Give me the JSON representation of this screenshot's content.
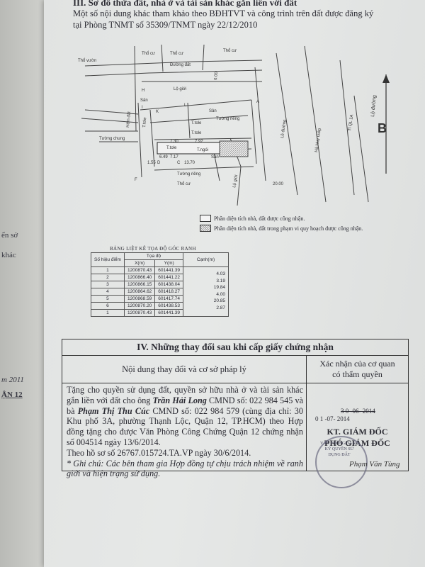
{
  "left_fold": {
    "texts": [
      "ển sở",
      "khác",
      "m 2011",
      "ẬN 12"
    ]
  },
  "section3": {
    "title": "III. Sơ đồ thửa đất, nhà ở và tài sản khác gắn liền với đất",
    "line1": "Một số nội dung khác tham khảo theo BĐHTVT và công trình trên đất được đăng ký",
    "line2": "tại Phòng TNMT số 35309/TNMT ngày 22/12/2010"
  },
  "diagram": {
    "labels": {
      "tho_vuon": "Thổ vườn",
      "tho_cu_1": "Thổ cư",
      "tho_cu_2": "Thổ cư",
      "tho_cu_3": "Thổ cư",
      "tho_cu_bottom": "Thổ cư",
      "duong_dat": "Đường đất",
      "lo_gioi_1": "Lộ giới",
      "lo_gioi_2": "Lộ giới",
      "hem_dat": "Hẻm đất",
      "san_1": "Sân",
      "san_2": "Sân",
      "san_3": "Sân",
      "tole_1": "T.tole",
      "tole_2": "T.tole",
      "tole_3": "T.tole",
      "tole_4": "T.tole",
      "tuong_rieng_1": "Tường riêng",
      "tuong_rieng_2": "Tường riêng",
      "tuong_chung": "Tường chung",
      "t_ngoi": "T.ngói",
      "lo_duong": "Lề đường",
      "ho_huy_giap": "Hà Huy Giáp",
      "ql1a": "Tỉ QL 1A",
      "lo_duong_right": "Lộ đường",
      "point_B": "B",
      "dim_730": "7.30",
      "dim_792": "7.92",
      "dim_717": "7.17",
      "dim_649": "6.49",
      "dim_1370": "13.70",
      "dim_2000": "20.00",
      "dim_600": "6.00",
      "dim_155": "1.55",
      "pt_H": "H",
      "pt_I": "I",
      "pt_K": "K",
      "pt_L": "L",
      "pt_A": "A",
      "pt_F": "F",
      "pt_C": "C",
      "pt_D": "D"
    }
  },
  "legend": {
    "item1": "Phần diện tích nhà, đất được công nhận.",
    "item2": "Phần diện tích nhà, đất trong phạm vi quy hoạch được công nhận."
  },
  "coord_table": {
    "title": "BẢNG LIỆT KÊ TỌA ĐỘ GÓC RANH",
    "headers": {
      "point": "Số hiệu điểm",
      "coord": "Tọa độ",
      "x": "X(m)",
      "y": "Y(m)",
      "edge": "Cạnh(m)"
    },
    "rows": [
      {
        "p": "1",
        "x": "1200870.43",
        "y": "601441.39"
      },
      {
        "p": "2",
        "x": "1200866.40",
        "y": "601441.22"
      },
      {
        "p": "3",
        "x": "1200866.15",
        "y": "601438.04"
      },
      {
        "p": "4",
        "x": "1200864.62",
        "y": "601418.27"
      },
      {
        "p": "5",
        "x": "1200868.59",
        "y": "601417.74"
      },
      {
        "p": "6",
        "x": "1200870.20",
        "y": "601438.53"
      },
      {
        "p": "1",
        "x": "1200870.43",
        "y": "601441.39"
      }
    ],
    "edges": [
      "4.03",
      "3.19",
      "19.84",
      "4.00",
      "20.85",
      "2.87"
    ]
  },
  "section4": {
    "title": "IV. Những thay đổi sau khi cấp giấy chứng nhận",
    "col_content": "Nội dung thay đổi và cơ sở pháp lý",
    "col_confirm_1": "Xác nhận của cơ quan",
    "col_confirm_2": "có thẩm quyền",
    "body_1": "Tặng cho quyền sử dụng đất, quyền sở hữu nhà ở và tài sản khác gắn liền với đất cho ông ",
    "name_1": "Trần Hải Long",
    "body_2": " CMND số: 022 984 545 và bà ",
    "name_2": "Phạm Thị Thu Cúc",
    "body_3": " CMND số: 022 984 579 (cùng địa chỉ: 30 Khu phố 3A, phường Thạnh Lộc, Quận 12, TP.HCM) theo Hợp đồng tặng cho được Văn Phòng Công Chứng Quận 12 chứng nhận số 004514 ngày 13/6/2014.",
    "file_line": "Theo hồ sơ số 26767.015724.TA.VP ngày 30/6/2014.",
    "note": "* Ghi chú: Các bên tham gia Hợp đồng tự chịu trách nhiệm về ranh giới và hiện trạng sử dụng.",
    "date_struck": "3 0 -06- 2014",
    "date": "0 1 -07- 2014",
    "sign_title_1": "KT. GIÁM ĐỐC",
    "sign_title_2": "PHÓ GIÁM ĐỐC",
    "stamp_text": "VĂN PHÒNG ĐĂNG KÝ QUYỀN SỬ DỤNG ĐẤT",
    "signer": "Phạm Văn Tùng"
  }
}
